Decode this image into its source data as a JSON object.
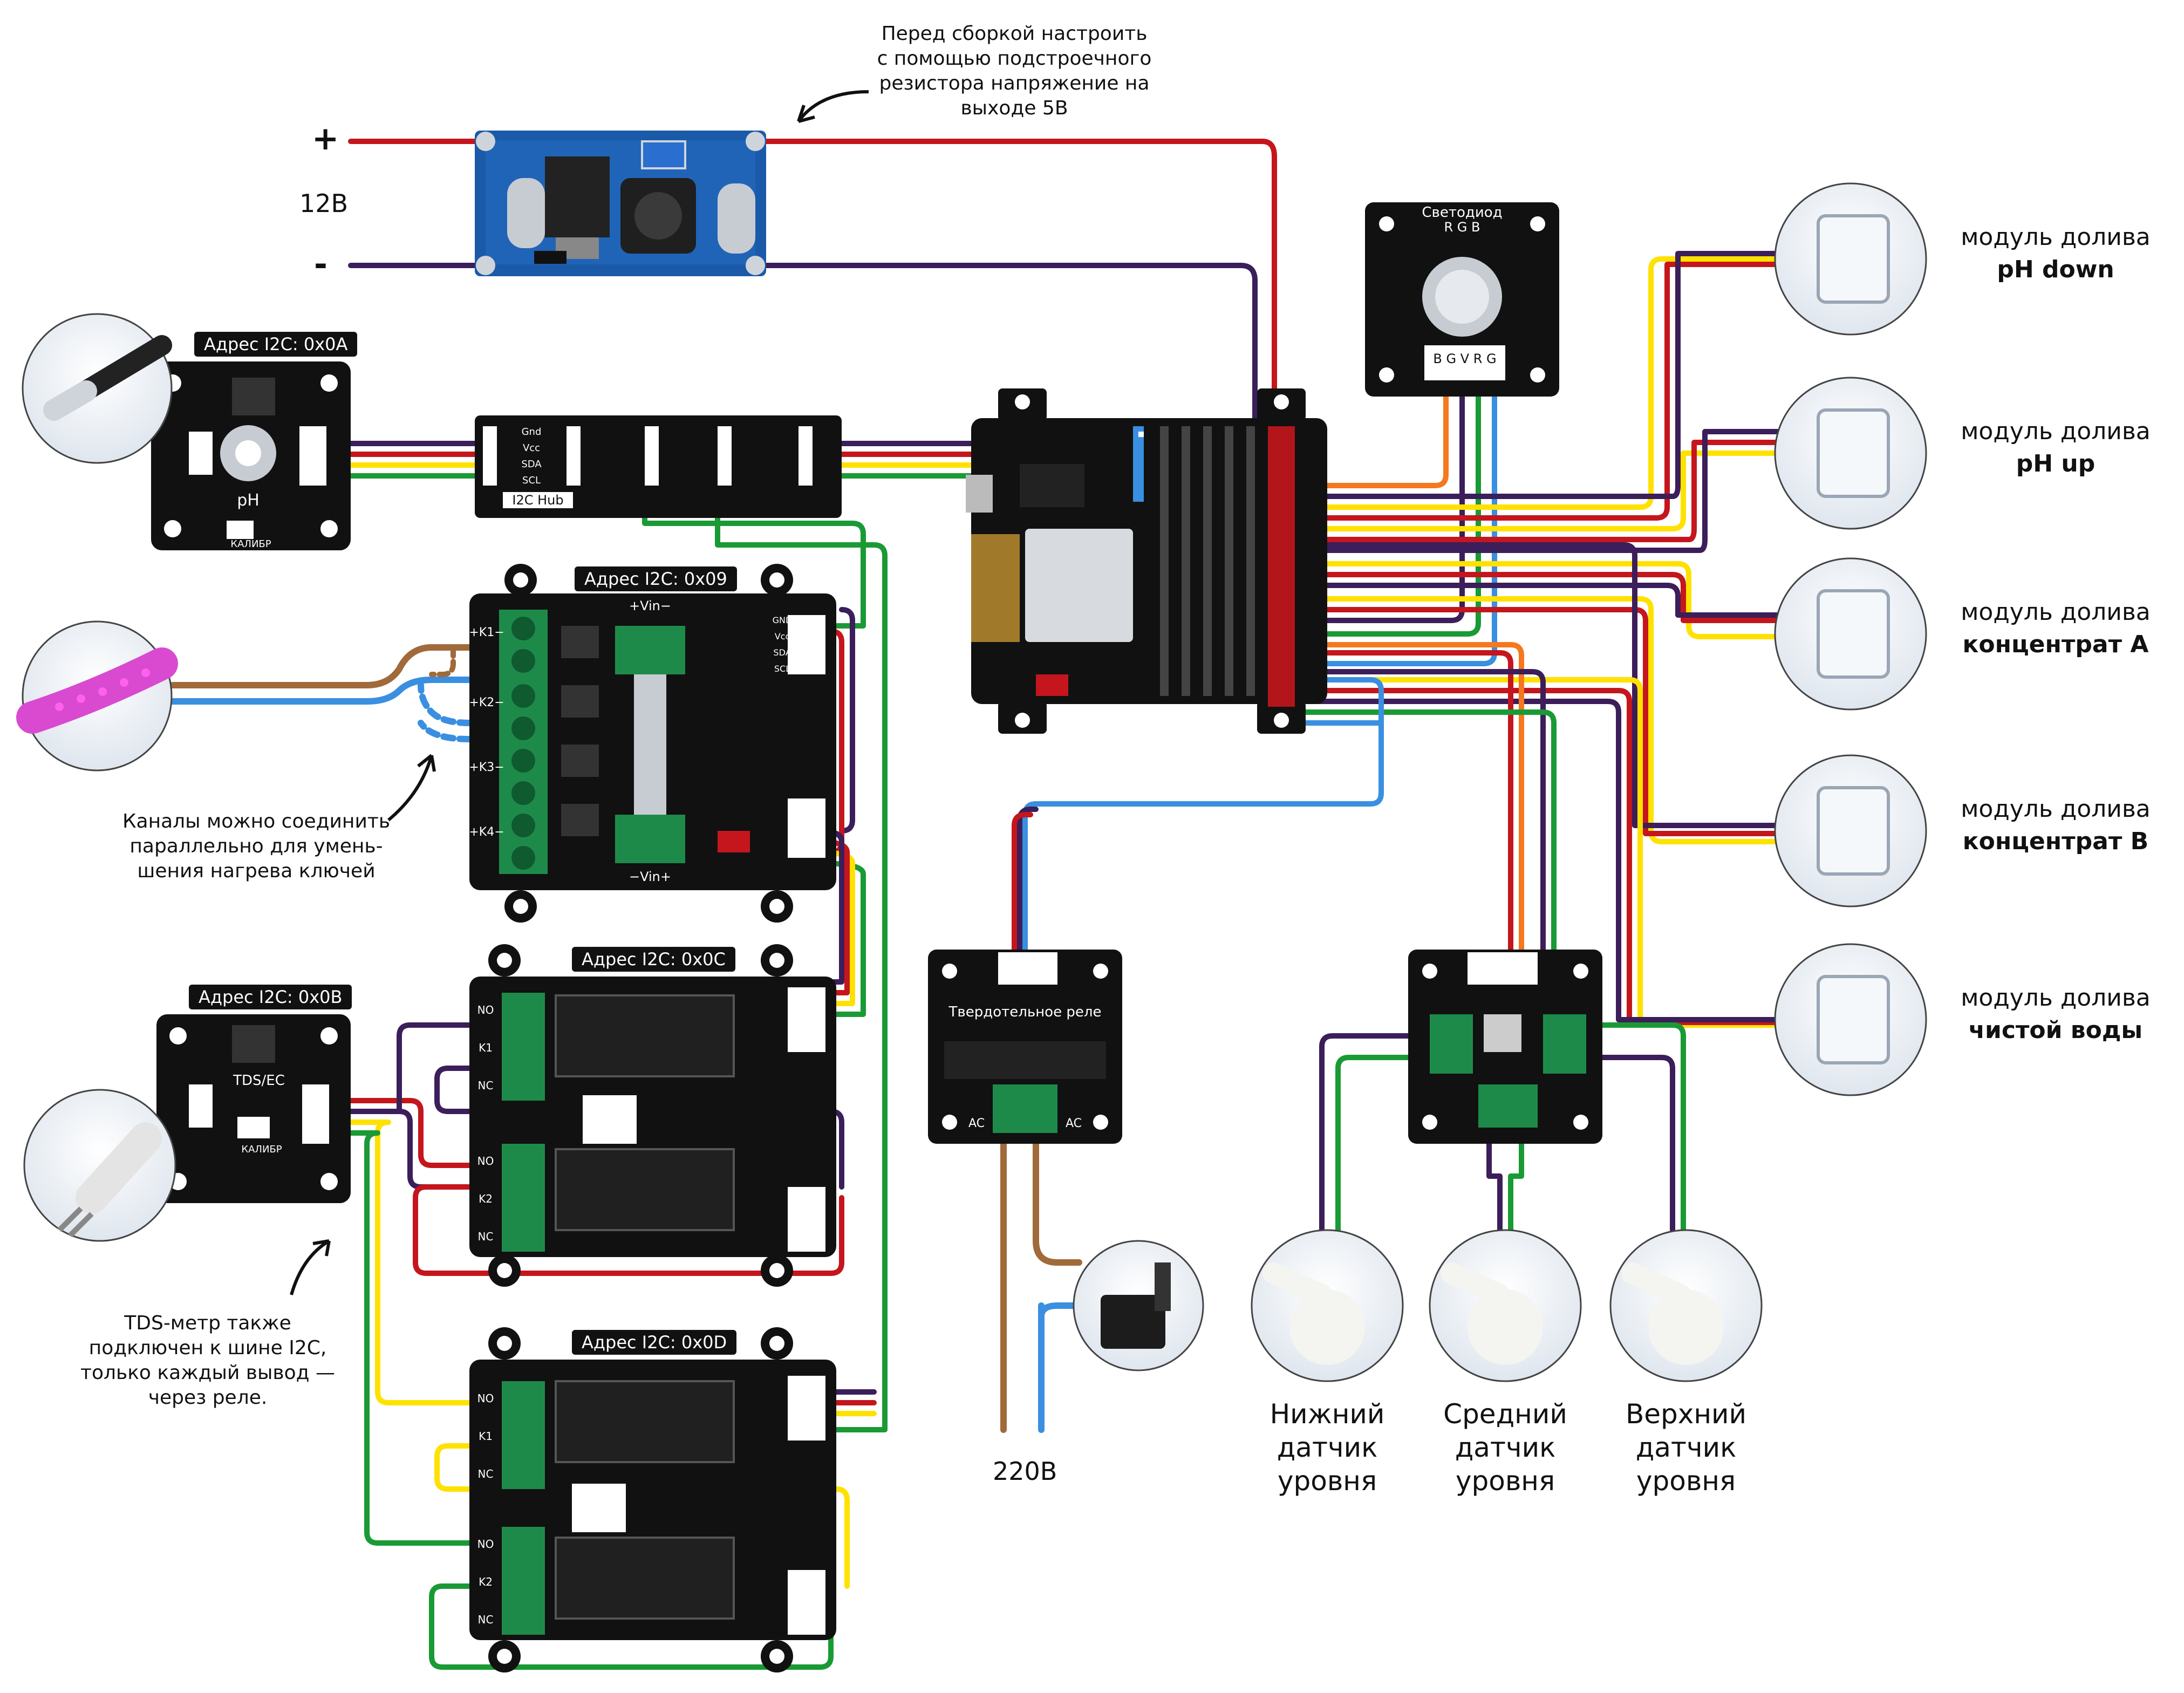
{
  "power": {
    "plus": "+",
    "minus": "-",
    "voltage_12v": "12В",
    "voltage_220v": "220В",
    "converter_note": "Перед сборкой настроить с помощью подстроечного резистора напряжение на выходе 5В"
  },
  "modules": {
    "ph_sensor_addr": "Адрес I2C: 0x0A",
    "ph_sensor_label": "pH",
    "ph_calib": "КАЛИБР",
    "i2c_hub_label": "I2C Hub",
    "mosfet_addr": "Адрес I2C: 0x09",
    "relay1_addr": "Адрес I2C: 0x0C",
    "relay2_addr": "Адрес I2C: 0x0D",
    "tds_addr": "Адрес I2C: 0x0B",
    "tds_label": "TDS/EC",
    "tds_calib": "КАЛИБР",
    "led_title": "Светодиод",
    "led_rgb": "R G B",
    "led_pins": "B G V R G",
    "ssr_label": "Твердотельное реле",
    "ssr_ac": "AC",
    "mosfet_channels": [
      "+K1−",
      "+K2−",
      "+K3−",
      "+K4−"
    ],
    "mosfet_vin_top": "+Vin−",
    "mosfet_vin_bottom": "−Vin+",
    "relay_pins": [
      "NO",
      "K1",
      "NC",
      "NO",
      "K2",
      "NC"
    ],
    "bus_pins": [
      "GND",
      "Vcc",
      "SDA",
      "SCL"
    ],
    "hub_pins": [
      "Gnd",
      "Vcc",
      "SDA",
      "SCL"
    ]
  },
  "tanks": [
    {
      "line1": "модуль долива",
      "line2": "pH down"
    },
    {
      "line1": "модуль долива",
      "line2": "pH up"
    },
    {
      "line1": "модуль долива",
      "line2": "концентрат А"
    },
    {
      "line1": "модуль долива",
      "line2": "концентрат B"
    },
    {
      "line1": "модуль долива",
      "line2": "чистой воды"
    }
  ],
  "level_sensors": [
    {
      "l1": "Нижний",
      "l2": "датчик",
      "l3": "уровня"
    },
    {
      "l1": "Средний",
      "l2": "датчик",
      "l3": "уровня"
    },
    {
      "l1": "Верхний",
      "l2": "датчик",
      "l3": "уровня"
    }
  ],
  "notes": {
    "parallel": "Каналы можно соединить параллельно для умень- шения нагрева ключей",
    "tds": "TDS-метр также подключен к шине I2C, только каждый вывод — через реле."
  },
  "colors": {
    "red": "#c4161c",
    "purple": "#3b1e5a",
    "yellow": "#ffe100",
    "green": "#1a9a35",
    "orange": "#f5781e",
    "blue": "#3a8fe0",
    "brown": "#a06a3a",
    "board": "#111111",
    "terminal": "#1e8a4a"
  }
}
